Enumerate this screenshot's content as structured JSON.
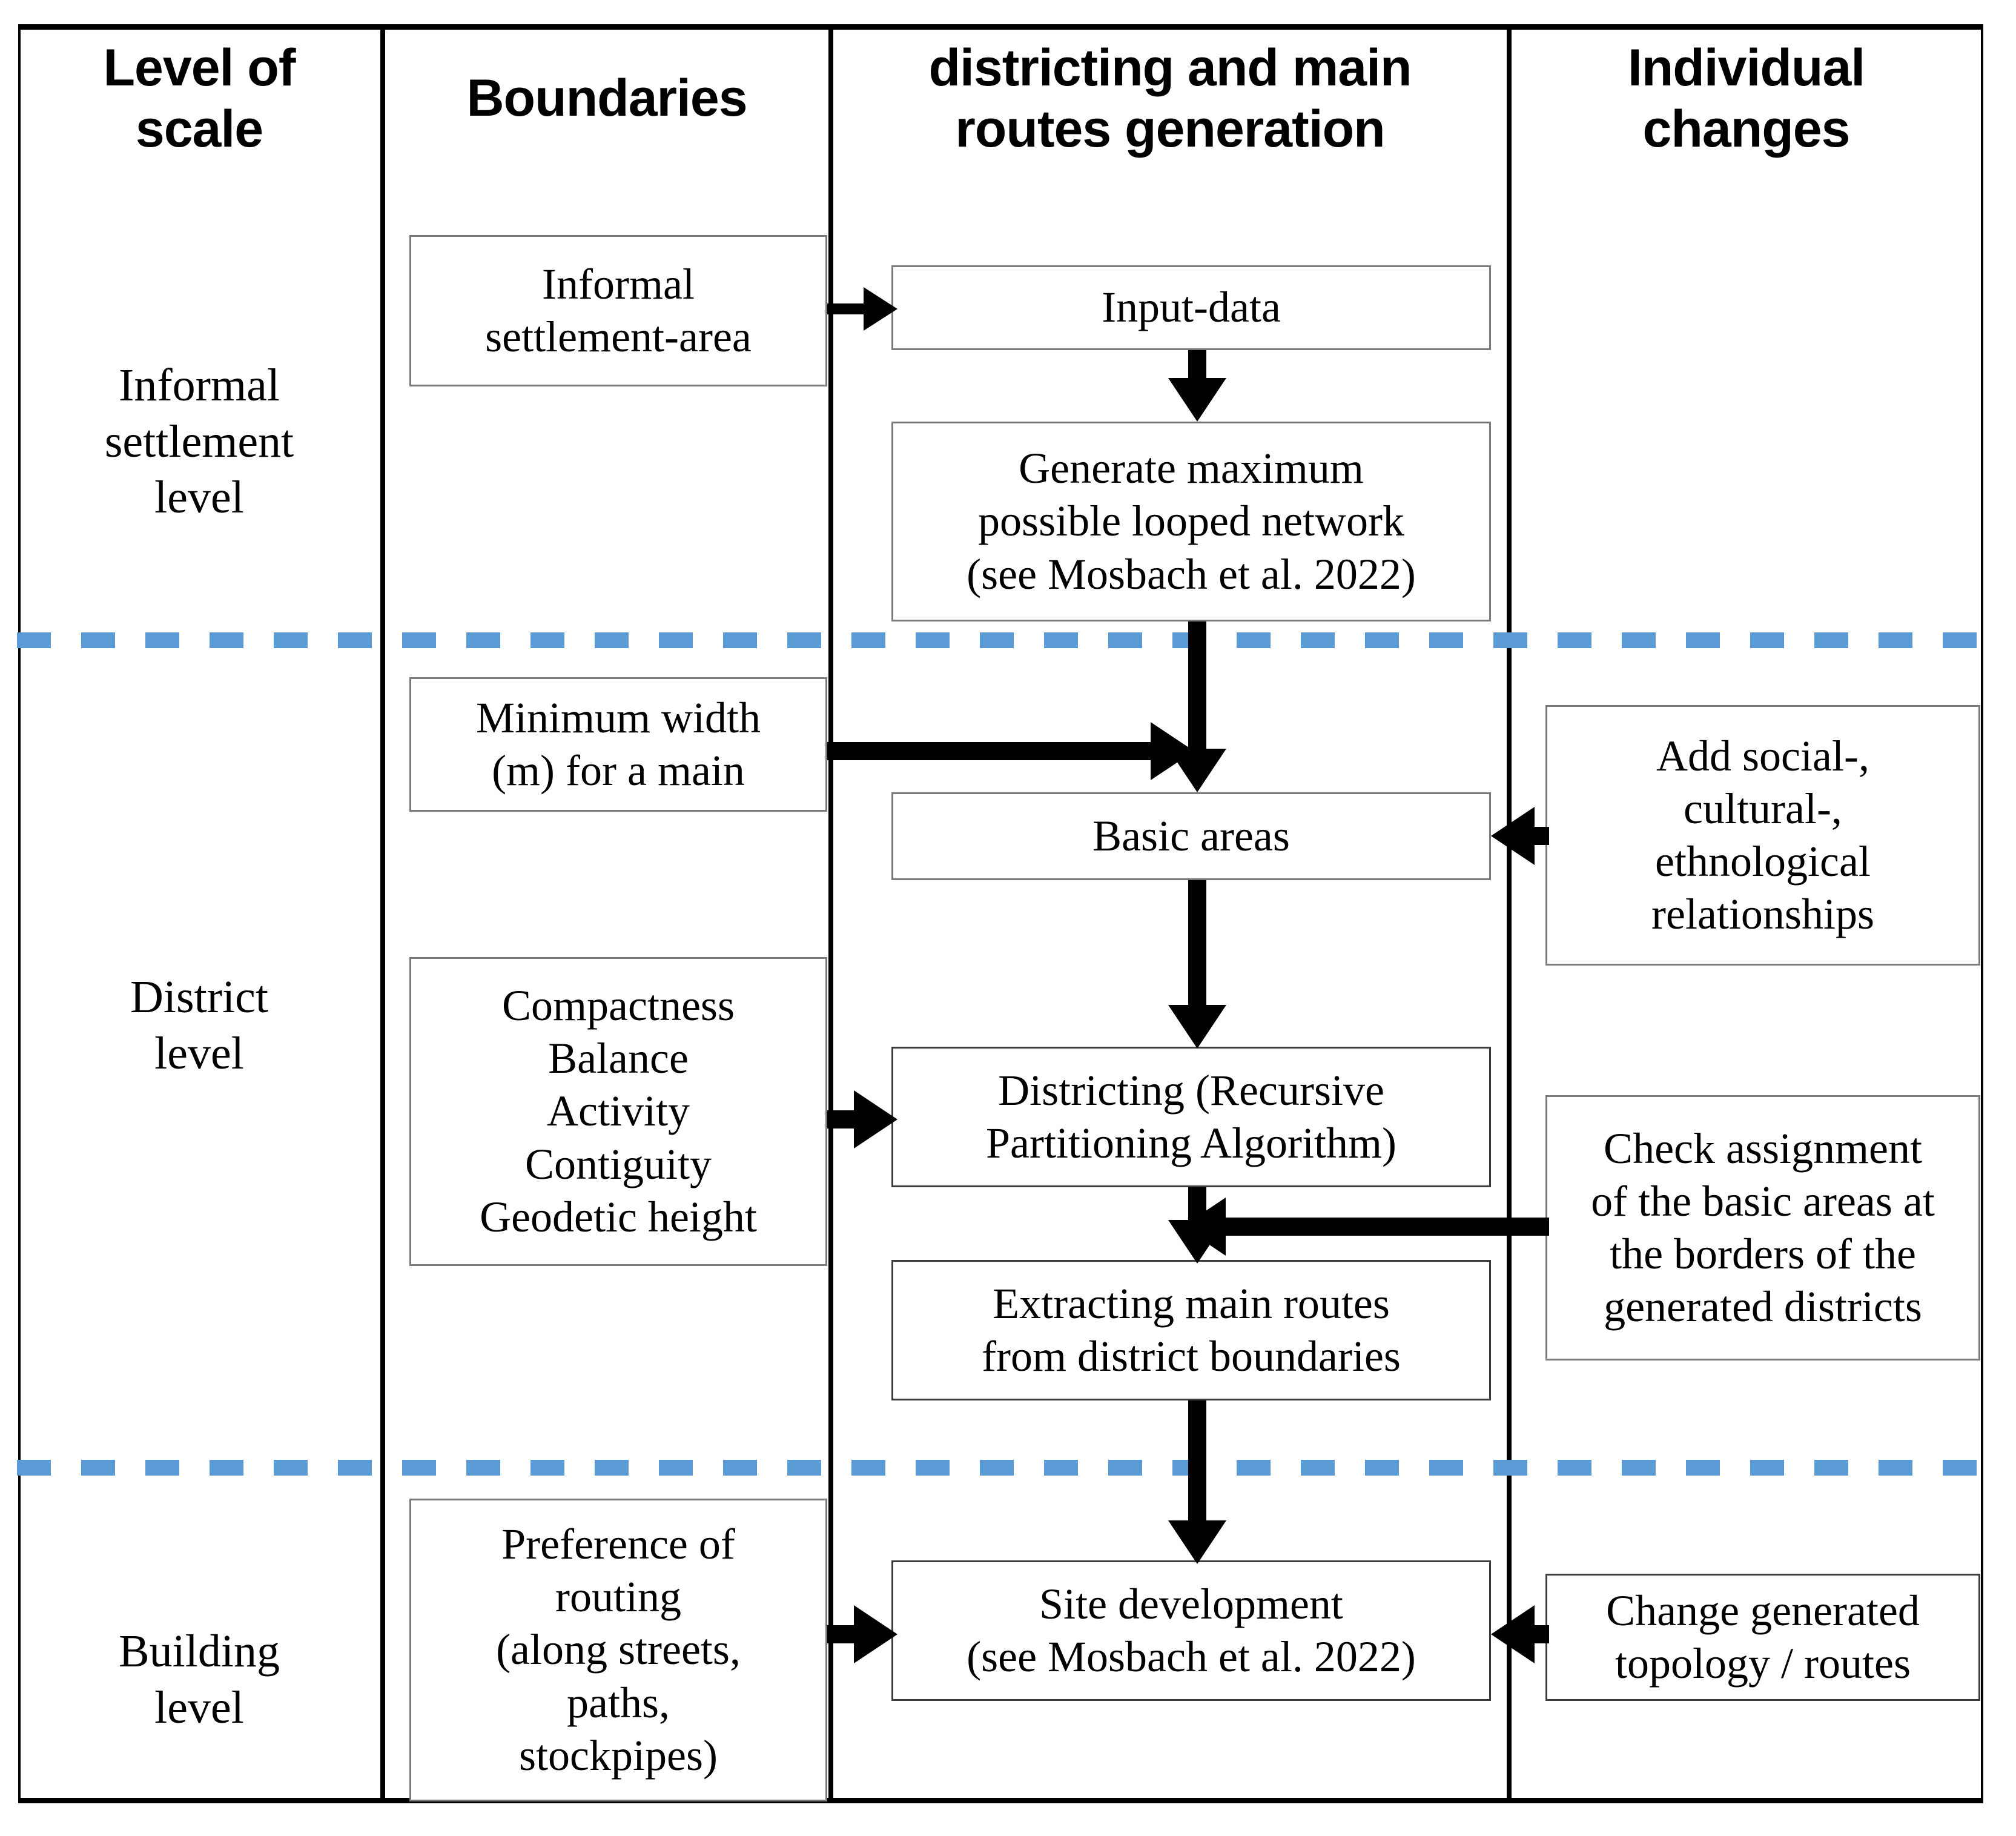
{
  "columns": [
    {
      "id": "level-of-scale",
      "label": "Level of\nscale"
    },
    {
      "id": "boundaries",
      "label": "Boundaries"
    },
    {
      "id": "districting-main-routes",
      "label": "districting and main\nroutes generation"
    },
    {
      "id": "individual-changes",
      "label": "Individual\nchanges"
    }
  ],
  "levels": [
    {
      "id": "informal-settlement-level",
      "label": "Informal\nsettlement\nlevel"
    },
    {
      "id": "district-level",
      "label": "District\nlevel"
    },
    {
      "id": "building-level",
      "label": "Building\nlevel"
    }
  ],
  "boundaries_boxes": [
    {
      "id": "informal-settlement-area",
      "text": "Informal\nsettlement-area"
    },
    {
      "id": "minimum-width",
      "text": "Minimum width\n(m) for a main"
    },
    {
      "id": "districting-criteria",
      "text": "Compactness\nBalance\nActivity\nContiguity\nGeodetic height"
    },
    {
      "id": "preference-of-routing",
      "text": "Preference of\nrouting\n(along streets,\npaths,\nstockpipes)"
    }
  ],
  "process_boxes": [
    {
      "id": "input-data",
      "text": "Input-data"
    },
    {
      "id": "generate-looped-network",
      "text": "Generate maximum\npossible looped network\n(see Mosbach et al. 2022)"
    },
    {
      "id": "basic-areas",
      "text": "Basic areas"
    },
    {
      "id": "districting-algorithm",
      "text": "Districting (Recursive\nPartitioning Algorithm)"
    },
    {
      "id": "extracting-main-routes",
      "text": "Extracting main routes\nfrom district boundaries"
    },
    {
      "id": "site-development",
      "text": "Site development\n(see Mosbach et al. 2022)"
    }
  ],
  "individual_changes_boxes": [
    {
      "id": "add-relationships",
      "text": "Add social-,\ncultural-,\nethnological\nrelationships"
    },
    {
      "id": "check-assignment",
      "text": "Check assignment\nof the basic areas at\nthe borders of the\ngenerated districts"
    },
    {
      "id": "change-topology",
      "text": "Change generated\ntopology / routes"
    }
  ],
  "colors": {
    "level_separator": "#5b9bd5",
    "frame": "#000000",
    "box_border": "#7a7a7a",
    "box_border_dark": "#3d3d3d",
    "arrow": "#000000",
    "background": "#ffffff"
  }
}
